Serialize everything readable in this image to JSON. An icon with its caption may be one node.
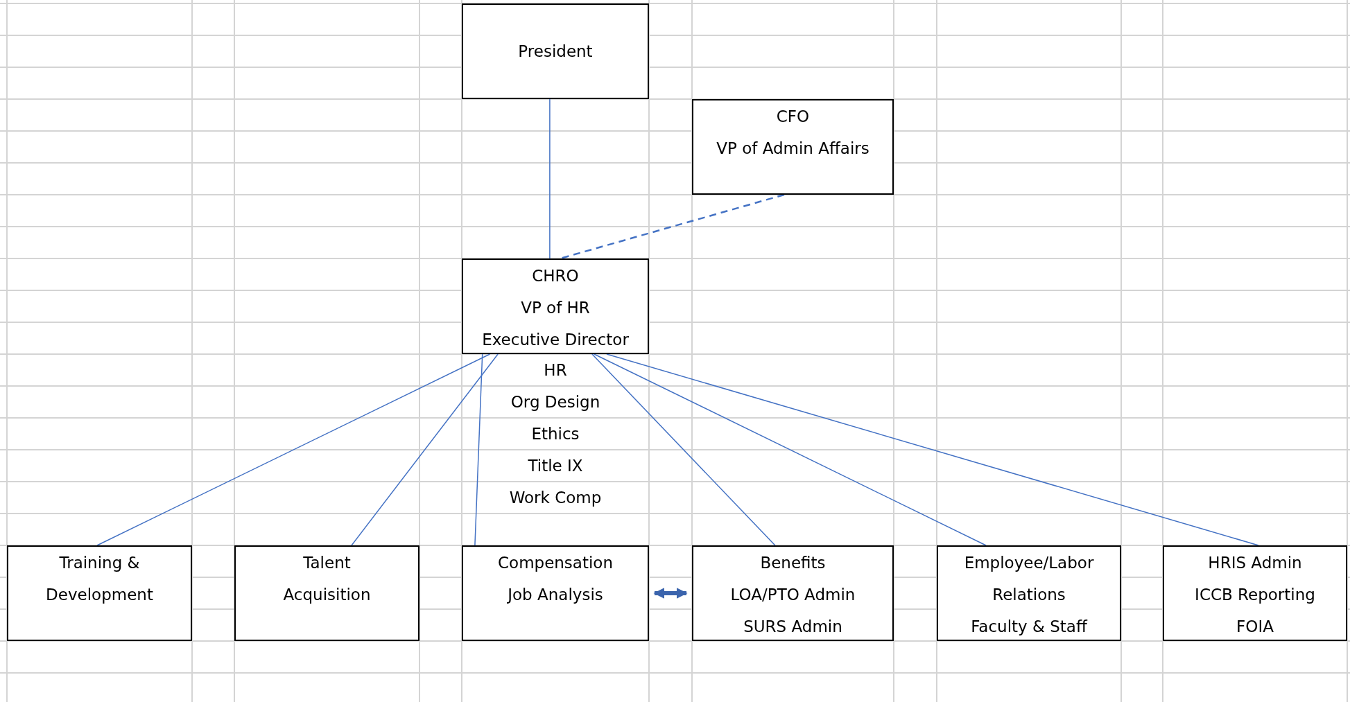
{
  "diagram": {
    "nodes": [
      {
        "text": [
          "President"
        ]
      },
      {
        "text": [
          "CFO",
          "VP of Admin Affairs"
        ]
      },
      {
        "text": [
          "CHRO",
          "VP of HR",
          "Executive Director"
        ],
        "beside": [
          "HR",
          "Org Design",
          "Ethics",
          "Title IX",
          "Work Comp"
        ]
      },
      {
        "text": [
          "Training & Development"
        ]
      },
      {
        "text": [
          "Talent Acquisition"
        ]
      },
      {
        "text": [
          "Compensation",
          "Job Analysis"
        ]
      },
      {
        "text": [
          "Benefits",
          "LOA/PTO Admin",
          "SURS Admin"
        ]
      },
      {
        "text": [
          "Employee/Labor Relations",
          "Faculty & Staff"
        ]
      },
      {
        "text": [
          "HRIS Admin",
          "ICCB Reporting",
          "FOIA"
        ]
      }
    ],
    "edges": [
      {
        "from": 0,
        "to": 2,
        "arrow": "none"
      },
      {
        "from": 1,
        "to": 2,
        "arrow": "none",
        "style": "dashed"
      },
      {
        "from": 2,
        "to": 3,
        "arrow": "none"
      },
      {
        "from": 2,
        "to": 4,
        "arrow": "none"
      },
      {
        "from": 2,
        "to": 5,
        "arrow": "none"
      },
      {
        "from": 2,
        "to": 6,
        "arrow": "none"
      },
      {
        "from": 2,
        "to": 7,
        "arrow": "none"
      },
      {
        "from": 2,
        "to": 8,
        "arrow": "none"
      },
      {
        "from": 5,
        "to": 6,
        "arrow": "both",
        "style": "thick"
      }
    ]
  }
}
